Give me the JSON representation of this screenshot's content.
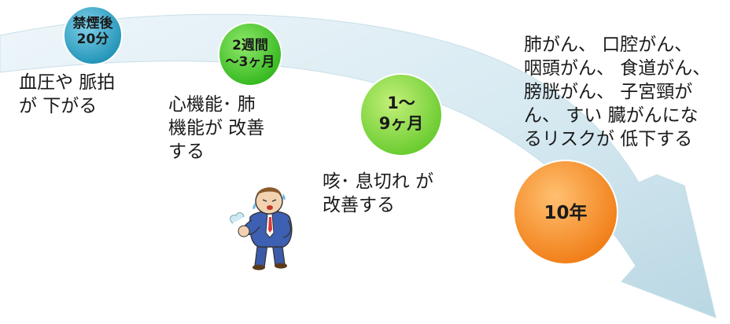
{
  "stages": [
    {
      "id": "20min",
      "circle_label": "禁煙後\n20分",
      "circle_color": "#2a9fc2",
      "effect": "血圧や 脈拍\nが 下がる"
    },
    {
      "id": "2w-3m",
      "circle_label": "2週間\n～3ヶ月",
      "circle_color": "#46c82a",
      "effect": "心機能･ 肺\n機能が 改善\nする"
    },
    {
      "id": "1-9m",
      "circle_label": "1～\n9ヶ月",
      "circle_color": "#7fd62a",
      "effect": "咳･ 息切れ が\n改善する"
    },
    {
      "id": "10y",
      "circle_label": "10年",
      "circle_color": "#f5891f",
      "effect": "肺がん、 口腔がん、\n咽頭がん、 食道がん、\n膀胱がん、 子宮頸が\nん、 すい 臓がんにな\nるリスクが 低下する"
    }
  ],
  "colors": {
    "arrow_light": "#e6f2f7",
    "arrow_mid": "#c3dde9",
    "arrow_dark": "#a9cbd9"
  },
  "illustration": {
    "icon": "coughing-man-icon"
  }
}
